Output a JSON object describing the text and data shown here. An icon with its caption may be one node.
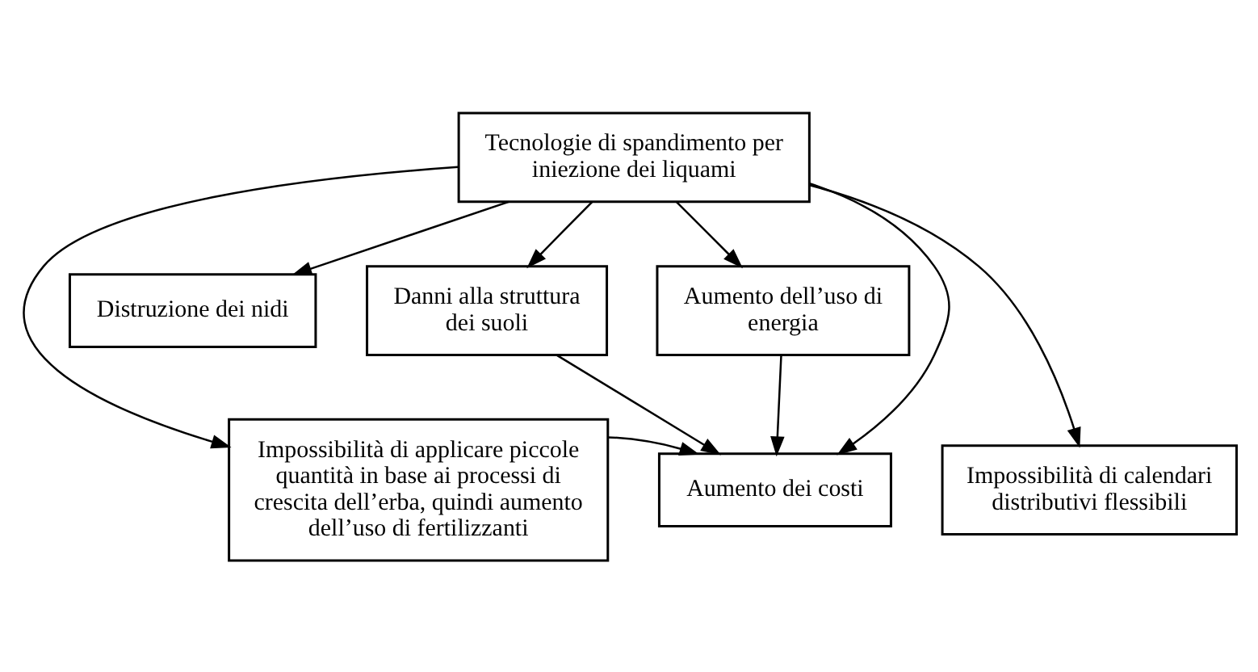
{
  "diagram": {
    "nodes": [
      {
        "text": [
          "Tecnologie di spandimento per iniezione dei liquami"
        ]
      },
      {
        "text": [
          "Danni alla struttura dei suoli"
        ]
      },
      {
        "text": [
          "Distruzione dei nidi"
        ]
      },
      {
        "text": [
          "Aumento dell’uso di energia"
        ]
      },
      {
        "text": [
          "Impossibilità di applicare piccole quantità in base ai processi di crescita dell’erba, quindi aumento dell’uso di fertilizzanti"
        ]
      },
      {
        "text": [
          "Aumento dei costi"
        ]
      },
      {
        "text": [
          "Impossibilità di calendari distributivi flessibili"
        ]
      }
    ],
    "edges": [
      {
        "from": 0,
        "to": 1,
        "arrow": "to"
      },
      {
        "from": 0,
        "to": 2,
        "arrow": "to"
      },
      {
        "from": 0,
        "to": 3,
        "arrow": "to"
      },
      {
        "from": 0,
        "to": 4,
        "arrow": "to"
      },
      {
        "from": 0,
        "to": 5,
        "arrow": "to"
      },
      {
        "from": 0,
        "to": 6,
        "arrow": "to"
      },
      {
        "from": 1,
        "to": 5,
        "arrow": "to"
      },
      {
        "from": 3,
        "to": 5,
        "arrow": "to"
      },
      {
        "from": 4,
        "to": 5,
        "arrow": "to"
      }
    ]
  }
}
